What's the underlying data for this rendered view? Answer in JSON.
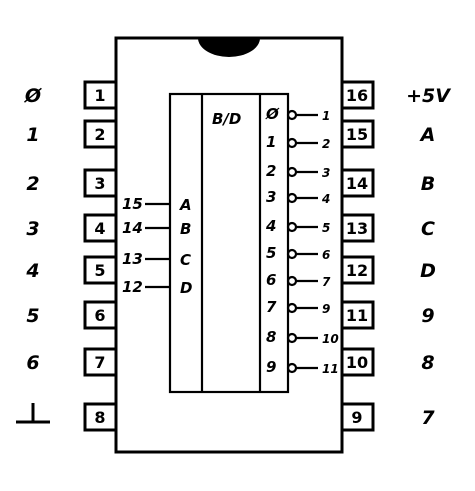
{
  "chip": {
    "title": "B/D",
    "left_labels": [
      "Ø",
      "1",
      "2",
      "3",
      "4",
      "5",
      "6",
      "⊥"
    ],
    "left_pins": [
      "1",
      "2",
      "3",
      "4",
      "5",
      "6",
      "7",
      "8"
    ],
    "right_pins": [
      "16",
      "15",
      "14",
      "13",
      "12",
      "11",
      "10",
      "9"
    ],
    "right_labels": [
      "+5V",
      "A",
      "B",
      "C",
      "D",
      "9",
      "8",
      "7"
    ],
    "inputs": [
      {
        "num": "15",
        "letter": "A"
      },
      {
        "num": "14",
        "letter": "B"
      },
      {
        "num": "13",
        "letter": "C"
      },
      {
        "num": "12",
        "letter": "D"
      }
    ],
    "outputs": [
      {
        "digit": "Ø",
        "num": "1"
      },
      {
        "digit": "1",
        "num": "2"
      },
      {
        "digit": "2",
        "num": "3"
      },
      {
        "digit": "3",
        "num": "4"
      },
      {
        "digit": "4",
        "num": "5"
      },
      {
        "digit": "5",
        "num": "6"
      },
      {
        "digit": "6",
        "num": "7"
      },
      {
        "digit": "7",
        "num": "9"
      },
      {
        "digit": "8",
        "num": "10"
      },
      {
        "digit": "9",
        "num": "11"
      }
    ]
  }
}
